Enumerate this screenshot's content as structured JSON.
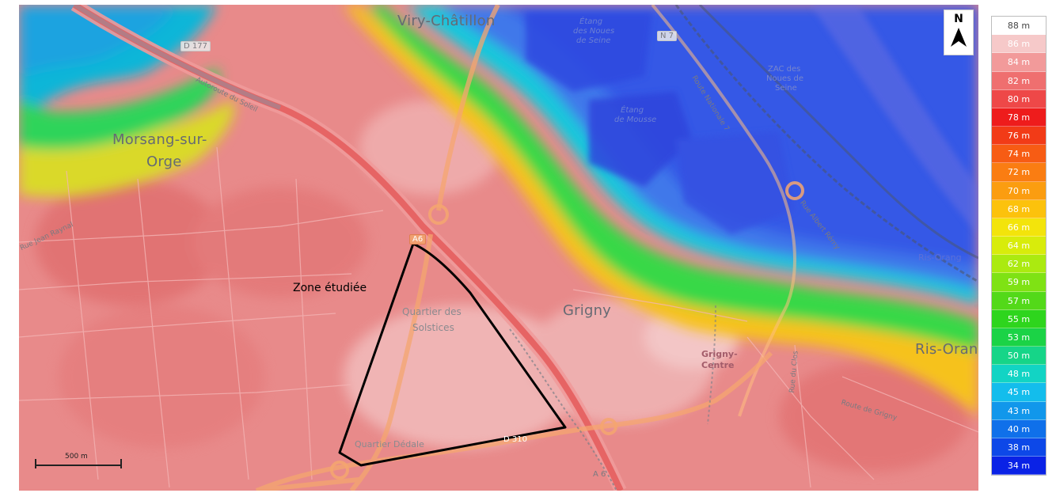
{
  "map": {
    "places": {
      "viry": "Viry-Châtillon",
      "morsang_1": "Morsang-sur-",
      "morsang_2": "Orge",
      "grigny": "Grigny",
      "ris_orangis": "Ris-Oran",
      "ris_orangis_small": "Ris-Orang",
      "quartier_solstices_1": "Quartier des",
      "quartier_solstices_2": "Solstices",
      "quartier_dedale": "Quartier Dédale",
      "grigny_centre_1": "Grigny-",
      "grigny_centre_2": "Centre",
      "etang_1_a": "Étang",
      "etang_1_b": "des Noues",
      "etang_1_c": "de Seine",
      "etang_2_a": "Étang",
      "etang_2_b": "de Mousse",
      "zac_1": "ZAC des",
      "zac_2": "Noues de",
      "zac_3": "Seine"
    },
    "roads": {
      "d177": "D 177",
      "n7": "N 7",
      "a6_label": "A6",
      "a6": "A 6",
      "d310": "D 310",
      "autoroute_soleil": "Autoroute du Soleil",
      "route_nationale_7": "Route Nationale 7",
      "rue_jean_raynal": "Rue Jean Raynal",
      "rue_albert_remy": "Rue Albert Rémy",
      "rue_du_clos": "Rue du Clos",
      "route_de_grigny": "Route de Grigny"
    },
    "zone_label": "Zone étudiée",
    "north_label": "N",
    "scale_label": "500 m"
  },
  "legend": {
    "unit": "m",
    "items": [
      {
        "label": "88 m",
        "color": "#ffffff",
        "text_color": "#444444"
      },
      {
        "label": "86 m",
        "color": "#f6c9c9",
        "text_color": "#ffffff"
      },
      {
        "label": "84 m",
        "color": "#f29a9a",
        "text_color": "#ffffff"
      },
      {
        "label": "82 m",
        "color": "#ef6f6f",
        "text_color": "#ffffff"
      },
      {
        "label": "80 m",
        "color": "#ee4848",
        "text_color": "#ffffff"
      },
      {
        "label": "78 m",
        "color": "#ee1c1c",
        "text_color": "#ffffff"
      },
      {
        "label": "76 m",
        "color": "#f23b17",
        "text_color": "#ffffff"
      },
      {
        "label": "74 m",
        "color": "#f75c14",
        "text_color": "#ffffff"
      },
      {
        "label": "72 m",
        "color": "#fa7d12",
        "text_color": "#ffffff"
      },
      {
        "label": "70 m",
        "color": "#fb9d10",
        "text_color": "#ffffff"
      },
      {
        "label": "68 m",
        "color": "#fcc20c",
        "text_color": "#ffffff"
      },
      {
        "label": "66 m",
        "color": "#f3e40b",
        "text_color": "#ffffff"
      },
      {
        "label": "64 m",
        "color": "#d8ec0b",
        "text_color": "#ffffff"
      },
      {
        "label": "62 m",
        "color": "#abea10",
        "text_color": "#ffffff"
      },
      {
        "label": "59 m",
        "color": "#7fe214",
        "text_color": "#ffffff"
      },
      {
        "label": "57 m",
        "color": "#53d919",
        "text_color": "#ffffff"
      },
      {
        "label": "55 m",
        "color": "#2ed51d",
        "text_color": "#ffffff"
      },
      {
        "label": "53 m",
        "color": "#1bd346",
        "text_color": "#ffffff"
      },
      {
        "label": "50 m",
        "color": "#16d588",
        "text_color": "#ffffff"
      },
      {
        "label": "48 m",
        "color": "#12d4c4",
        "text_color": "#ffffff"
      },
      {
        "label": "45 m",
        "color": "#13bdec",
        "text_color": "#ffffff"
      },
      {
        "label": "43 m",
        "color": "#1197eb",
        "text_color": "#ffffff"
      },
      {
        "label": "40 m",
        "color": "#0f70ea",
        "text_color": "#ffffff"
      },
      {
        "label": "38 m",
        "color": "#0d48e8",
        "text_color": "#ffffff"
      },
      {
        "label": "34 m",
        "color": "#0a22e6",
        "text_color": "#ffffff"
      }
    ]
  }
}
